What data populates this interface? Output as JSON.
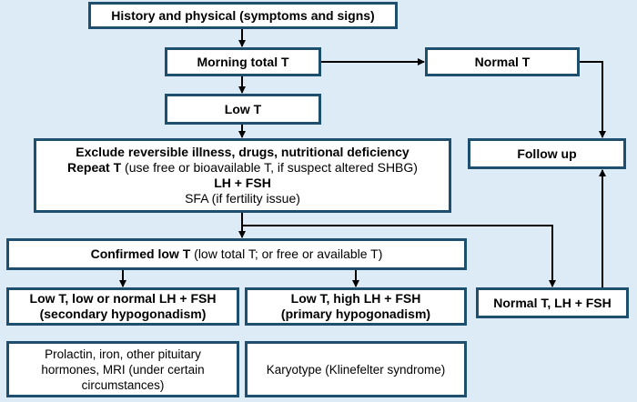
{
  "history": {
    "title": "History and physical (symptoms and signs)"
  },
  "morning": {
    "title": "Morning total T"
  },
  "normal_t": {
    "title": "Normal T"
  },
  "low_t": {
    "title": "Low T"
  },
  "follow_up": {
    "title": "Follow up"
  },
  "exclude": {
    "line1": "Exclude reversible illness, drugs, nutritional deficiency",
    "line2_bold": "Repeat T",
    "line2_rest": " (use free or bioavailable T, if suspect altered SHBG)",
    "line3": "LH + FSH",
    "line4": "SFA (if fertility issue)"
  },
  "confirmed": {
    "bold": "Confirmed low T",
    "rest": " (low total T; or free or available T)"
  },
  "secondary": {
    "line1": "Low T, low or normal LH + FSH",
    "line2": "(secondary hypogonadism)"
  },
  "primary": {
    "line1": "Low T, high LH + FSH",
    "line2": "(primary hypogonadism)"
  },
  "normal_lh": {
    "title": "Normal T, LH + FSH"
  },
  "prolactin": {
    "line1": "Prolactin, iron, other pituitary",
    "line2": "hormones, MRI (under certain",
    "line3": "circumstances)"
  },
  "karyotype": {
    "title": "Karyotype (Klinefelter syndrome)"
  },
  "colors": {
    "border": "#1e4f6e",
    "background": "#dcebf5",
    "box": "#ffffff",
    "arrow": "#000000"
  }
}
